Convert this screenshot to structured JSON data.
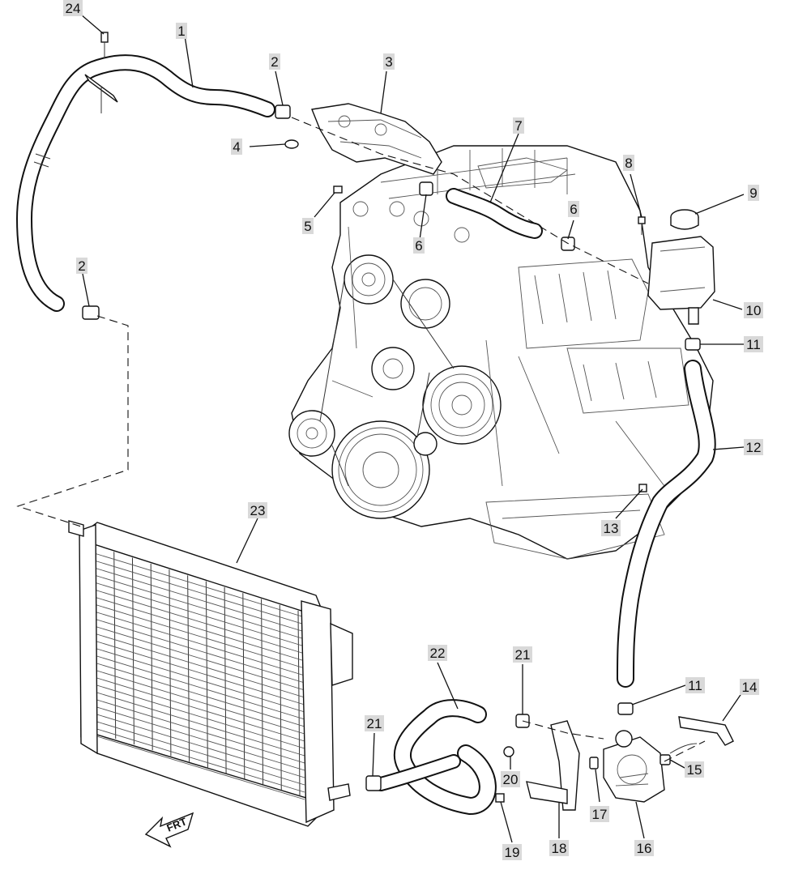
{
  "diagram": {
    "callouts": [
      "24",
      "1",
      "2",
      "3",
      "4",
      "5",
      "6",
      "7",
      "8",
      "9",
      "6",
      "10",
      "11",
      "2",
      "12",
      "13",
      "23",
      "22",
      "21",
      "11",
      "14",
      "21",
      "15",
      "20",
      "17",
      "19",
      "18",
      "16"
    ],
    "frt_label": "FRT"
  }
}
